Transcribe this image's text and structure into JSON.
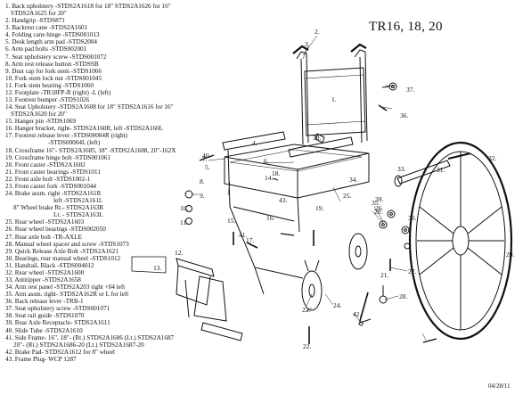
{
  "title": "TR16, 18, 20",
  "date": "04/28/11",
  "parts": [
    "1. Back upholstery -STDS2A1618 for 18\" STDS2A1626 for 16\"",
    "STDS2A1625 for 20\"",
    "2. Handgrip -STDS871",
    "3. Backrest cane -STDS2A1601",
    "4. Folding cane hinge -STDS001013",
    "5. Desk length arm pad -STDS2004",
    "6. Arm pad bolts -STDS002001",
    "7. Seat upholstery screw -STDS001072",
    "8. Arm rest release button -STDSSB",
    "9. Dust cap for fork stem -STDS1066",
    "10. Fork stem lock nut -STDS001045",
    "11. Fork stem bearing -STDS1060",
    "12. Footplate -TR18FP-R (right) -L (left)",
    "13. Footrest bumper -STDS1026",
    "14. Seat Upholstery -STDS2A1608 for 18\" STDS2A1616 for 16\"",
    "STDS2A1620 for 20\"",
    "15. Hanger pin -STDS1069",
    "16. Hanger bracket, right- STDS2A160R, left -STDS2A160L",
    "17. Footrest release lever -STDS00004R (right)",
    "-STDS00004L (left)",
    "18. Crossframe 16\"- STDS2A1685, 18\" -STDS2A1688, 20\"-162X",
    "19. Crossframe hinge bolt -STDS001061",
    "20. Front caster -STDS2A1602",
    "21. Front caster bearings -STDS1011",
    "22. Front axle bolt -STDS1002-1",
    "23. Front caster fork -STDS001044",
    "24. Brake assm. right -STDS2A161R",
    "left -STDS2A161L",
    "8\" Wheel brake Rt.- STDS2A163R",
    "Lt. - STDS2A163L",
    "25. Rear wheel -STDS2A1603",
    "26. Rear wheel bearings -STDS002050",
    "27. Rear axle bolt -TR-AXLE",
    "28. Manual wheel spacer and screw -STDS1073",
    "29. Quick Release Axle Bolt -STDS2A1621",
    "30. Bearings, rear manual wheel -STDS1012",
    "31. Handrail, Black -STDS004012",
    "32. Rear wheel -STDS2A1600",
    "33. Antitipper -STDS2A1658",
    "34. Arm rest panel -STDS2A203 right +04 left",
    "35. Arm assm. right- STDS2A162R or L for left",
    "36. Back release lever -TRB-1",
    "37. Seat upholstery screw -STDS001071",
    "38. Seat rail guide -STDS1070",
    "39. Rear Axle Receptacle- STDS2A1611",
    "40. Slide Tube -STDS2A1610",
    "41. Side Frame- 16\", 18\"- (Rt.) STDS2A1686 (Lt.) STDS2A1687",
    "20\"- (Rt.) STDS2A1686-20 (Lt.) STDS2A1687-20",
    "42. Brake Pad- STDS2A1612 for 8\" wheel",
    "43. Frame Plug- WCP 1287"
  ],
  "callouts": [
    "1.",
    "2.",
    "3.",
    "4.",
    "5.",
    "6.",
    "7.",
    "8.",
    "9.",
    "10.",
    "11.",
    "12.",
    "13.",
    "14.",
    "15.",
    "16.",
    "17.",
    "18.",
    "19.",
    "20.",
    "21.",
    "22.",
    "23.",
    "24.",
    "25.",
    "26.",
    "27.",
    "28.",
    "29.",
    "30.",
    "31.",
    "32.",
    "33.",
    "34.",
    "35.",
    "36.",
    "37.",
    "38.",
    "39.",
    "40.",
    "41.",
    "42.",
    "43."
  ],
  "colors": {
    "ink": "#111111",
    "background": "#ffffff"
  }
}
